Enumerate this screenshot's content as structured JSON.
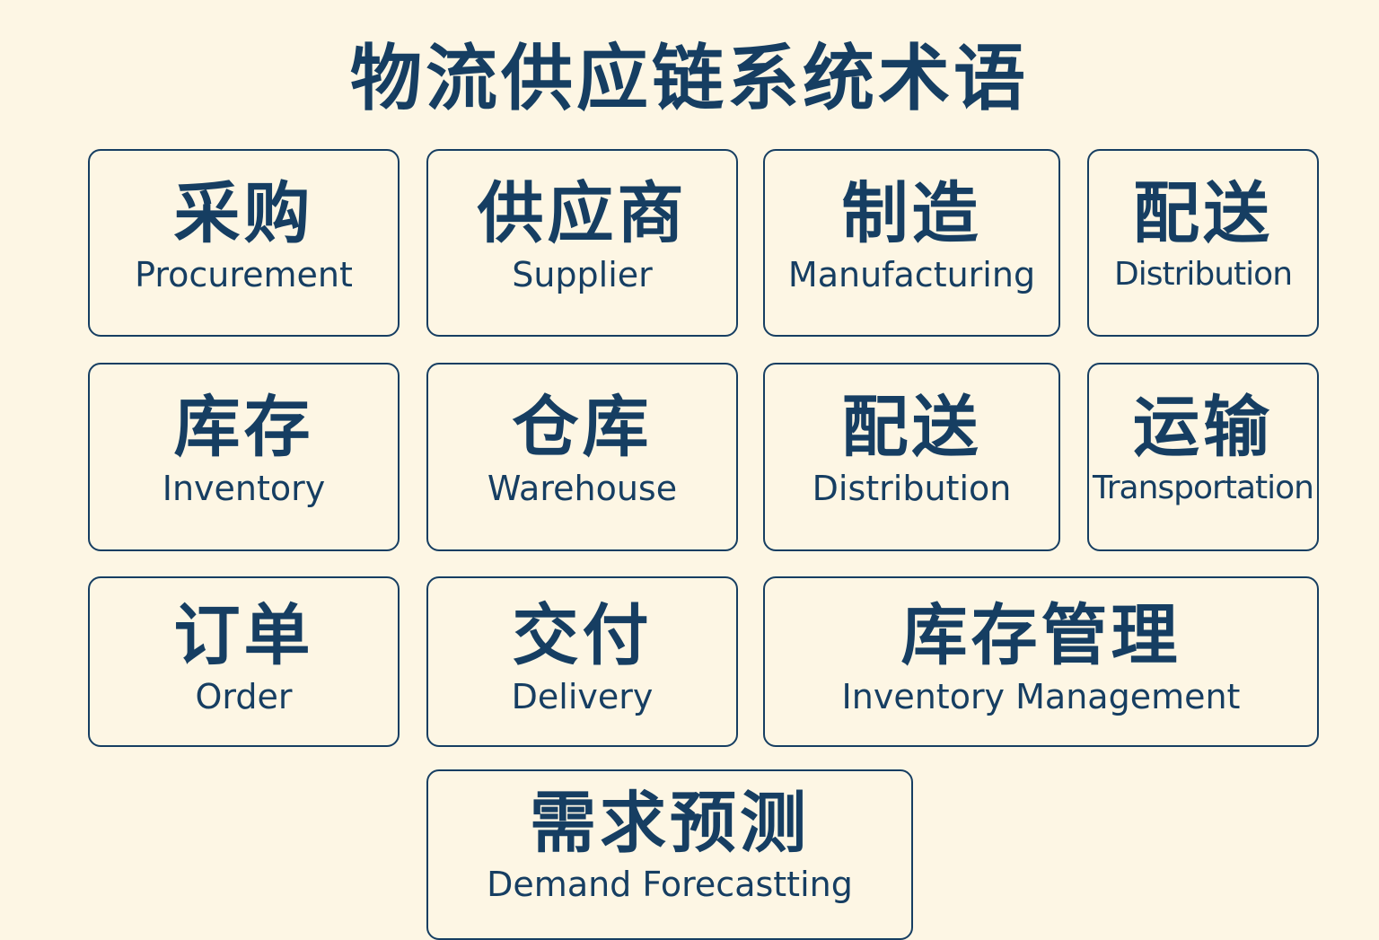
{
  "title": "物流供应链系统术语",
  "terms": [
    {
      "zh": "采购",
      "en": "Procurement"
    },
    {
      "zh": "供应商",
      "en": "Supplier"
    },
    {
      "zh": "制造",
      "en": "Manufacturing"
    },
    {
      "zh": "配送",
      "en": "Distribution"
    },
    {
      "zh": "库存",
      "en": "Inventory"
    },
    {
      "zh": "仓库",
      "en": "Warehouse"
    },
    {
      "zh": "配送",
      "en": "Distribution"
    },
    {
      "zh": "运输",
      "en": "Transportation"
    },
    {
      "zh": "订单",
      "en": "Order"
    },
    {
      "zh": "交付",
      "en": "Delivery"
    },
    {
      "zh": "库存管理",
      "en": "Inventory Management"
    },
    {
      "zh": "需求预测",
      "en": "Demand Forecastting"
    }
  ],
  "colors": {
    "background": "#fdf6e4",
    "primary": "#163e62"
  }
}
